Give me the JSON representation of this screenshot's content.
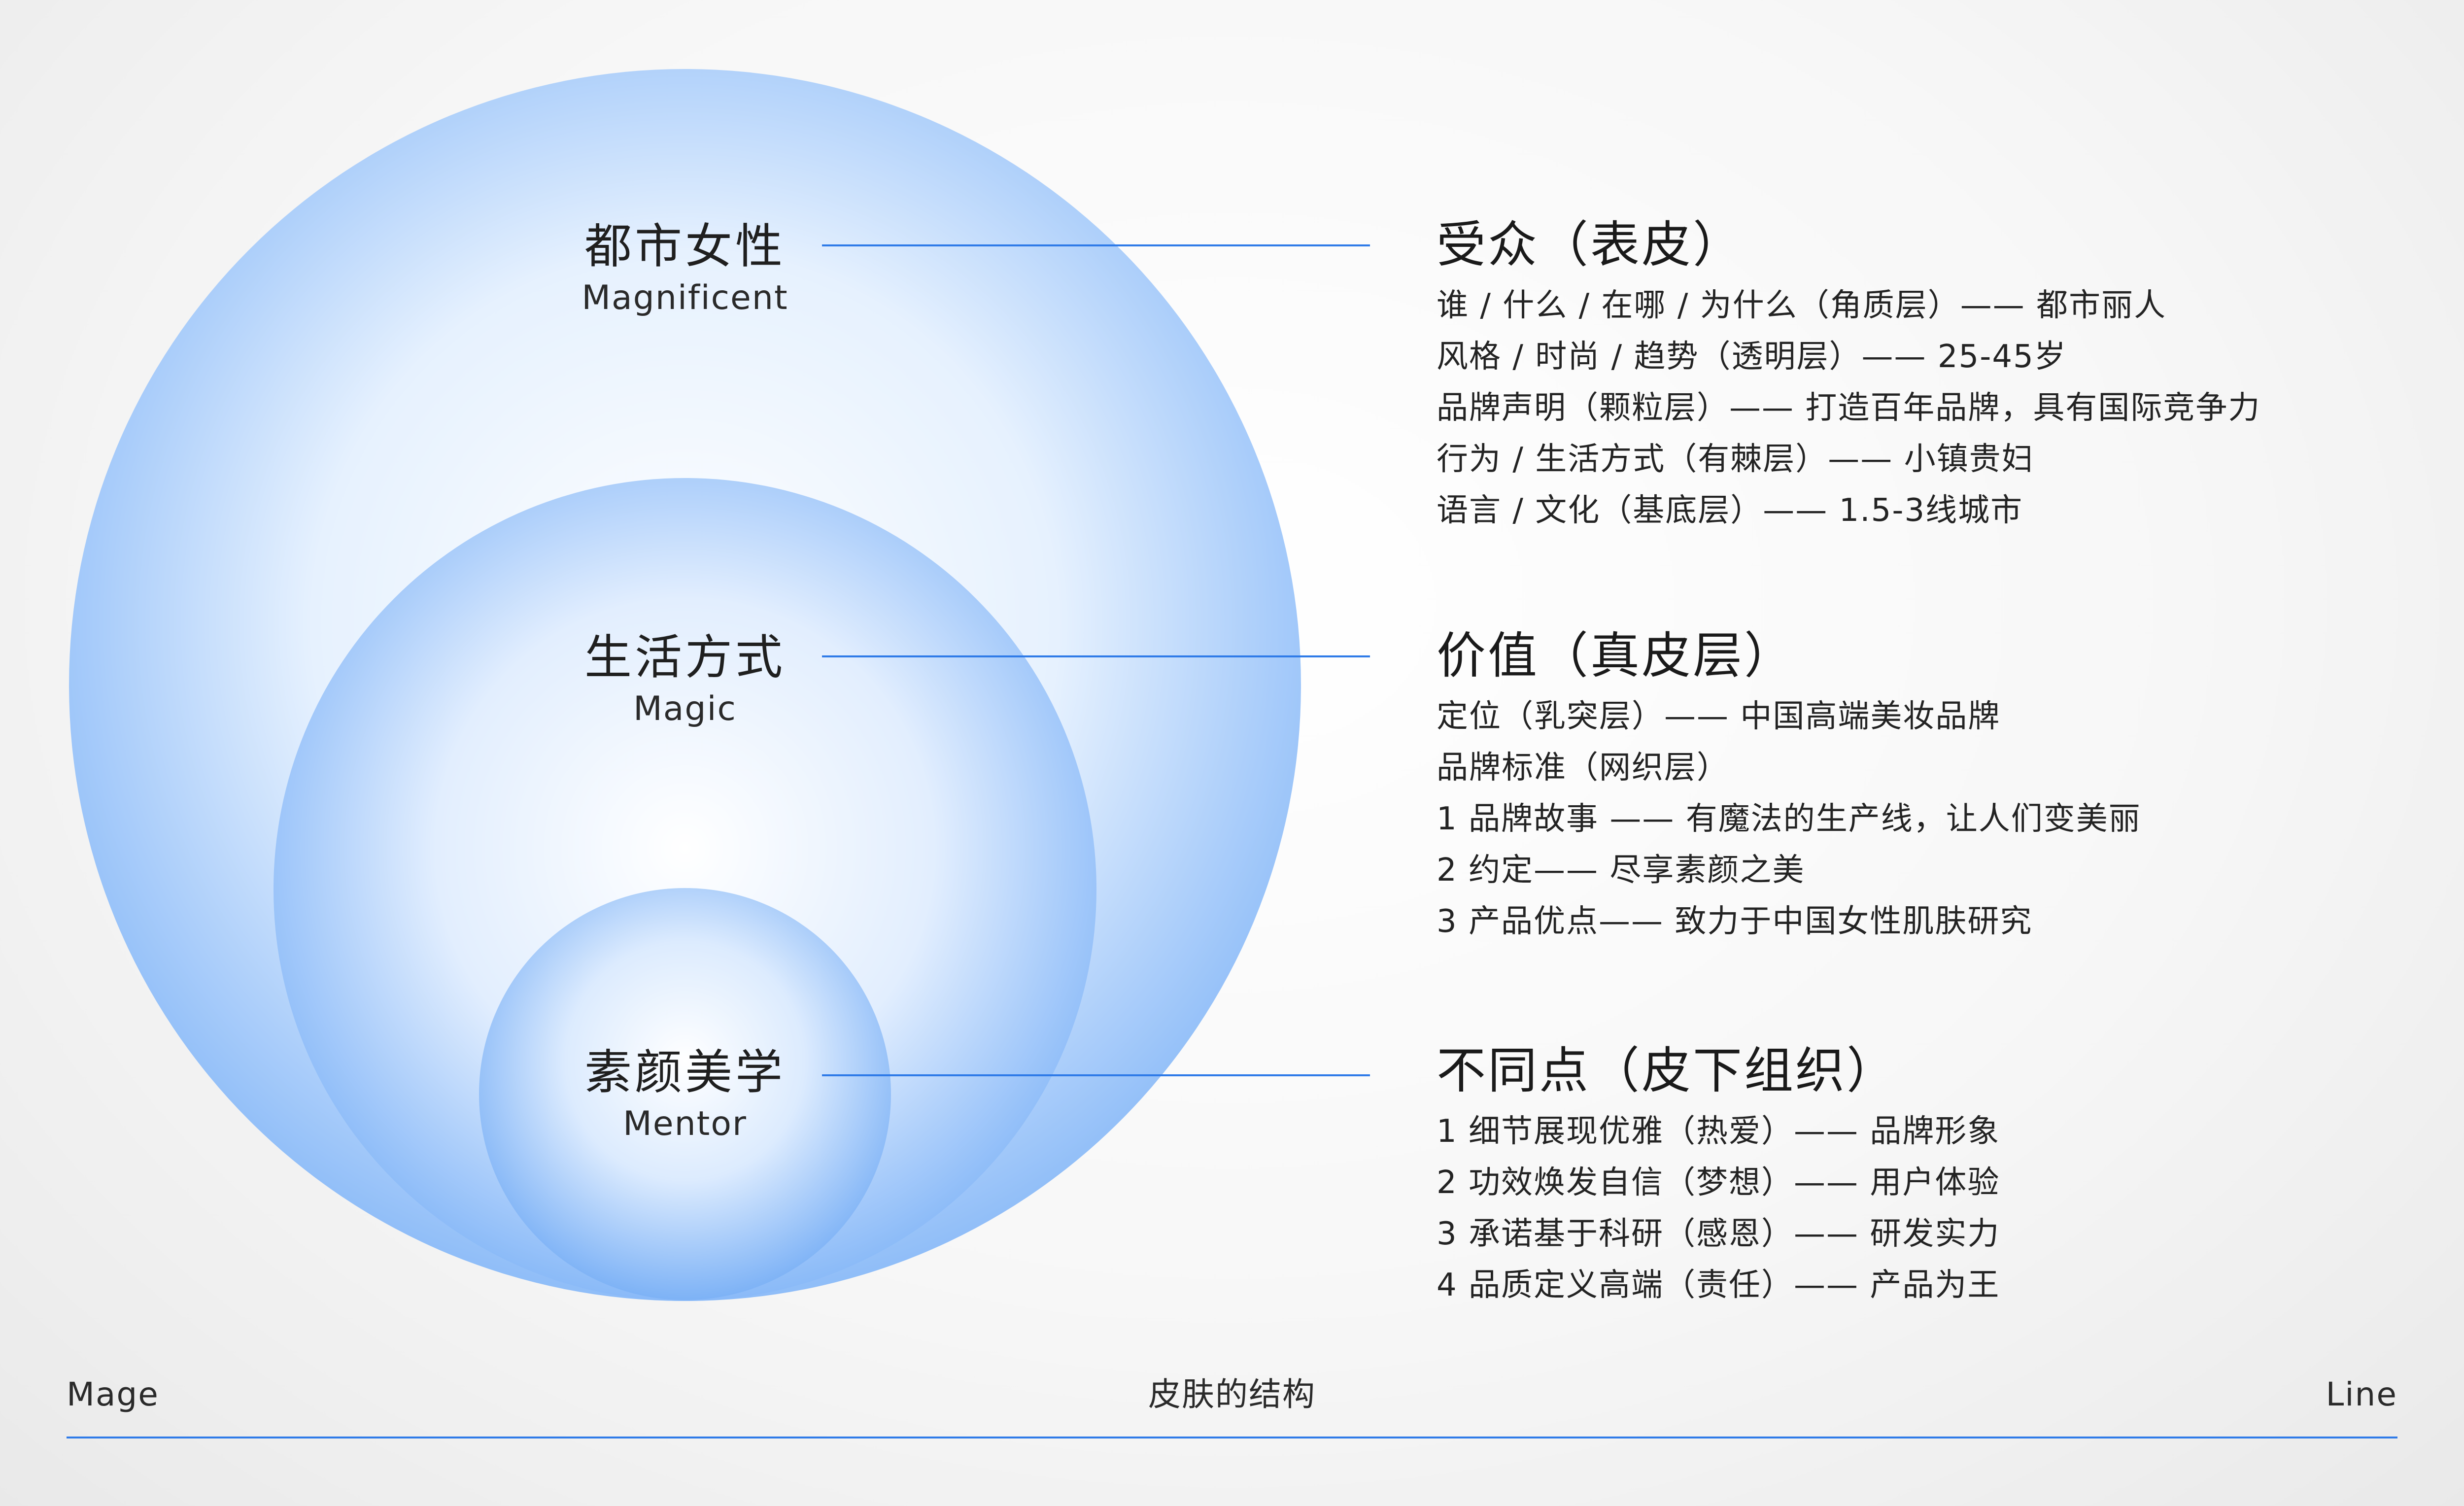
{
  "circles": [
    {
      "title": "都市女性",
      "subtitle": "Magnificent"
    },
    {
      "title": "生活方式",
      "subtitle": "Magic"
    },
    {
      "title": "素颜美学",
      "subtitle": "Mentor"
    }
  ],
  "panels": [
    {
      "heading": "受众（表皮）",
      "lines": [
        "谁 / 什么 / 在哪 / 为什么（角质层）—— 都市丽人",
        "风格 / 时尚 / 趋势（透明层）—— 25-45岁",
        "品牌声明（颗粒层）—— 打造百年品牌，具有国际竞争力",
        "行为 / 生活方式（有棘层）—— 小镇贵妇",
        "语言 / 文化（基底层）—— 1.5-3线城市"
      ]
    },
    {
      "heading": "价值（真皮层）",
      "lines": [
        "定位（乳突层）—— 中国高端美妆品牌",
        "品牌标准（网织层）",
        "1 品牌故事 —— 有魔法的生产线，让人们变美丽",
        "2 约定—— 尽享素颜之美",
        "3 产品优点—— 致力于中国女性肌肤研究"
      ]
    },
    {
      "heading": "不同点（皮下组织）",
      "lines": [
        "1  细节展现优雅（热爱）—— 品牌形象",
        "2  功效焕发自信（梦想）—— 用户体验",
        "3  承诺基于科研（感恩）—— 研发实力",
        "4  品质定义高端（责任）—— 产品为王"
      ]
    }
  ],
  "footer": {
    "left": "Mage",
    "center": "皮肤的结构",
    "right": "Line"
  },
  "colors": {
    "accent": "#2f7be8",
    "circle_edge": "#8fbdf8",
    "circle_center": "#ffffff"
  }
}
